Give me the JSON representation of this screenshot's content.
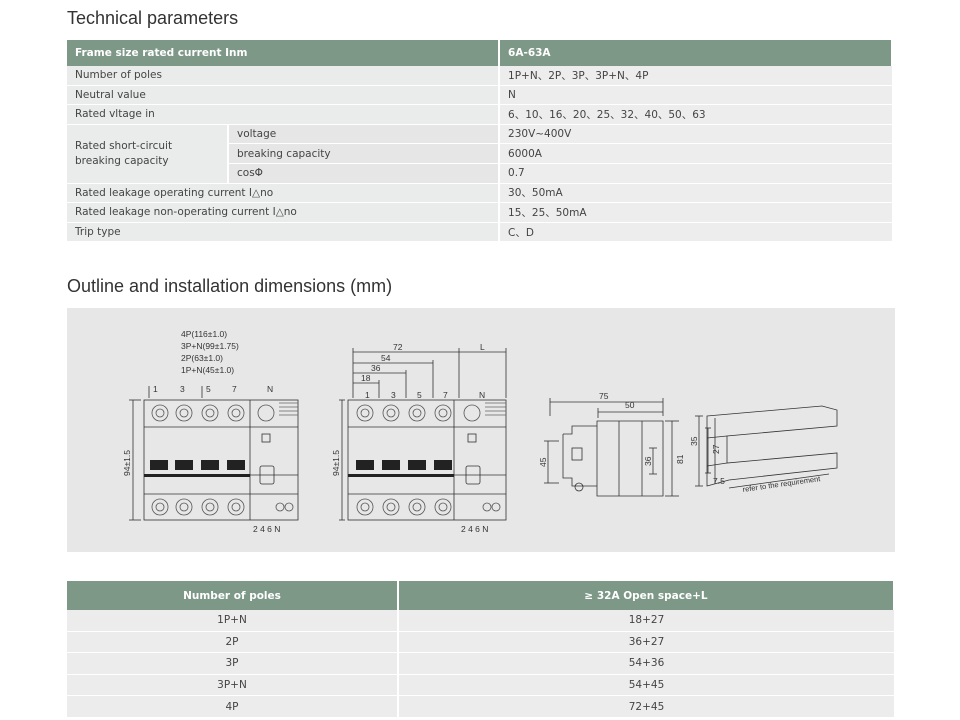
{
  "tech": {
    "heading": "Technical parameters",
    "head": {
      "label": "Frame size rated current Inm",
      "value": "6A-63A"
    },
    "poles": {
      "label": "Number of poles",
      "value": "1P+N、2P、3P、3P+N、4P"
    },
    "neutral": {
      "label": "Neutral value",
      "value": "N"
    },
    "voltage_in": {
      "label": "Rated vltage in",
      "value": "6、10、16、20、25、32、40、50、63"
    },
    "short_circuit": {
      "label": "Rated short-circuit breaking capacity",
      "rows": [
        {
          "sub": "voltage",
          "value": "230V~400V"
        },
        {
          "sub": "breaking capacity",
          "value": "6000A"
        },
        {
          "sub": "cosΦ",
          "value": "0.7"
        }
      ]
    },
    "leak_op": {
      "label": "Rated leakage operating current I△no",
      "value": "30、50mA"
    },
    "leak_nonop": {
      "label": "Rated leakage non-operating current I△no",
      "value": "15、25、50mA"
    },
    "trip": {
      "label": "Trip type",
      "value": "C、D"
    }
  },
  "outline": {
    "heading": "Outline and installation dimensions (mm)",
    "left": {
      "sizes": [
        "4P(116±1.0)",
        "3P+N(99±1.75)",
        "2P(63±1.0)",
        "1P+N(45±1.0)"
      ],
      "height": "94±1.5",
      "top_terms": [
        "1",
        "3",
        "5",
        "7",
        "N"
      ],
      "bottom_terms": "2 4 6 N"
    },
    "middle": {
      "dims": [
        "72",
        "L",
        "54",
        "36",
        "18"
      ],
      "height": "94±1.5",
      "top_terms": [
        "1",
        "3",
        "5",
        "7",
        "N"
      ],
      "bottom_terms": "2 4 6 N"
    },
    "side": {
      "dims": [
        "75",
        "50",
        "45",
        "36",
        "81"
      ]
    },
    "rail": {
      "dims": [
        "35",
        "27",
        "7.5"
      ],
      "note": "refer to the requirement"
    }
  },
  "space": {
    "headers": [
      "Number of poles",
      "≥ 32A Open space+L"
    ],
    "rows": [
      [
        "1P+N",
        "18+27"
      ],
      [
        "2P",
        "36+27"
      ],
      [
        "3P",
        "54+36"
      ],
      [
        "3P+N",
        "54+45"
      ],
      [
        "4P",
        "72+45"
      ]
    ]
  }
}
